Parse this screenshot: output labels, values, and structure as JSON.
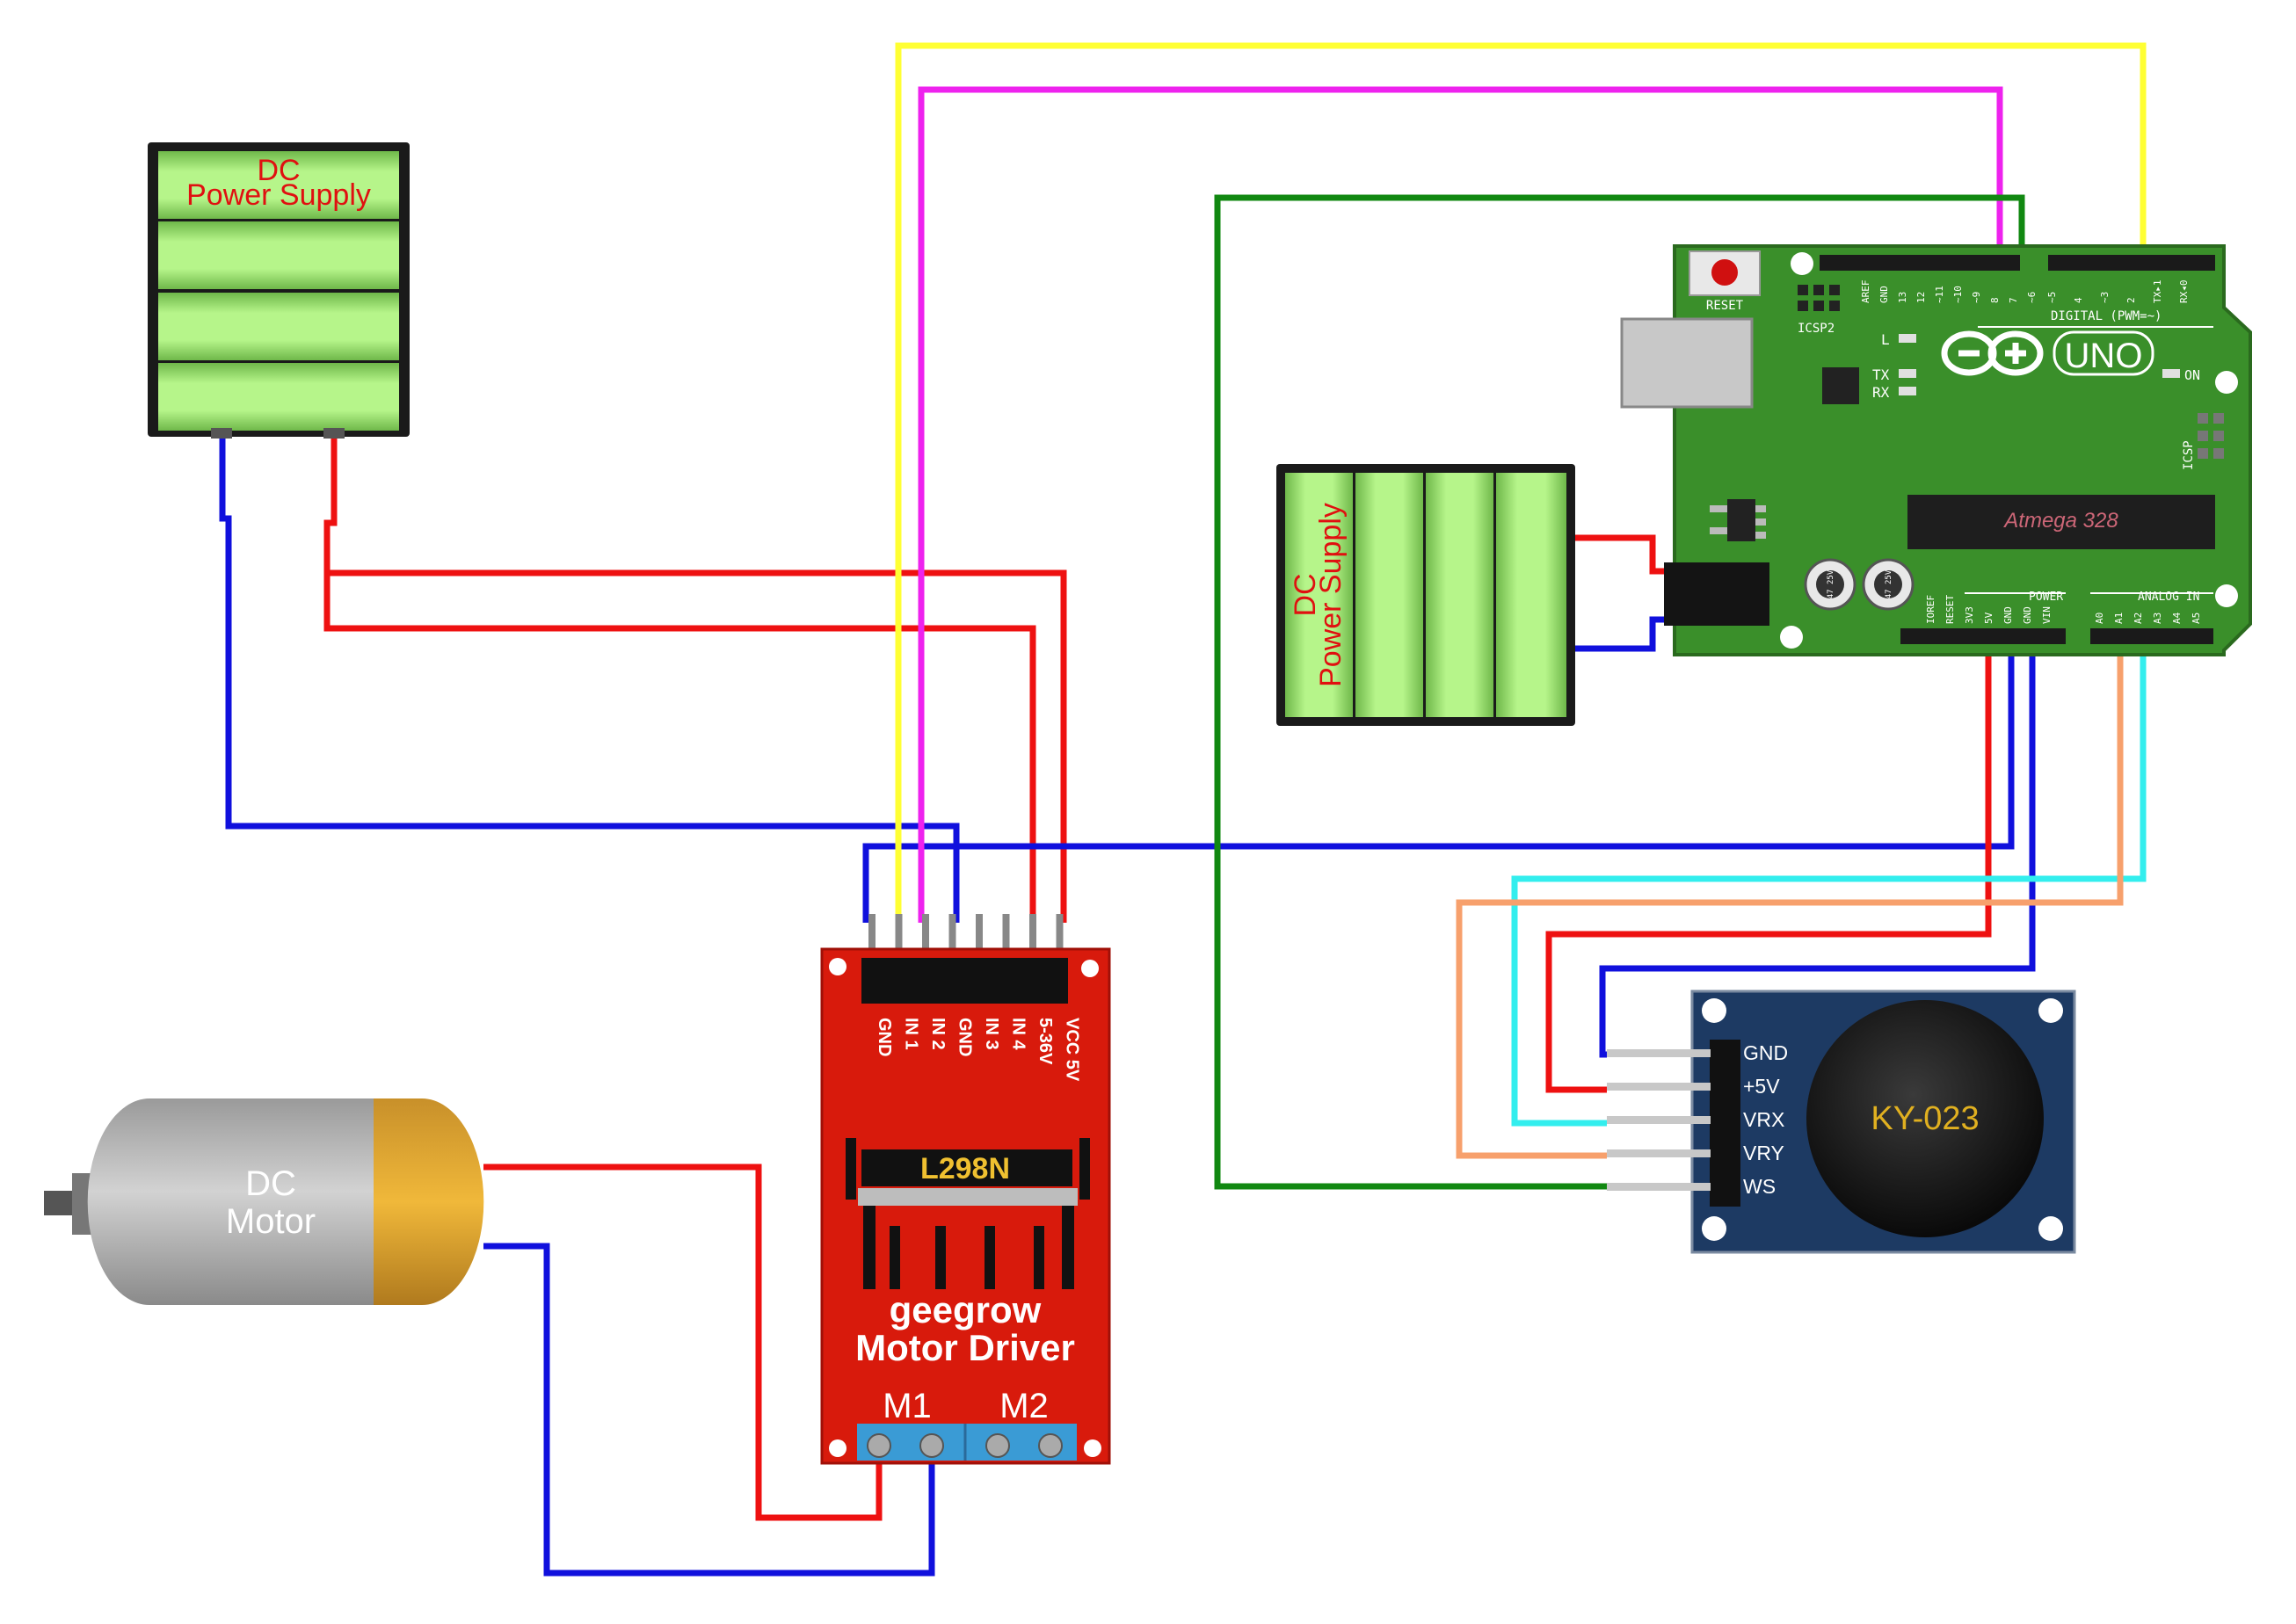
{
  "dc_supply_top": {
    "line1": "DC",
    "line2": "Power Supply"
  },
  "dc_supply_arduino": {
    "line1": "DC",
    "line2": "Power Supply"
  },
  "motor": {
    "line1": "DC",
    "line2": "Motor"
  },
  "driver": {
    "chip": "L298N",
    "brand": "geegrow",
    "title": "Motor Driver",
    "pins": [
      "GND",
      "IN 1",
      "IN 2",
      "GND",
      "IN 3",
      "IN 4",
      "5-36V",
      "VCC 5V"
    ],
    "terminals": [
      "M1",
      "M2"
    ]
  },
  "joystick": {
    "model": "KY-023",
    "pins": [
      "GND",
      "+5V",
      "VRX",
      "VRY",
      "WS"
    ]
  },
  "arduino": {
    "model": "UNO",
    "reset": "RESET",
    "icsp2": "ICSP2",
    "icsp": "ICSP",
    "chip": "Atmega 328",
    "digital": "DIGITAL (PWM=~)",
    "power": "POWER",
    "analog": "ANALOG IN",
    "leds": [
      "L",
      "TX",
      "RX"
    ],
    "on": "ON",
    "digital_pins": [
      "AREF",
      "GND",
      "13",
      "12",
      "~11",
      "~10",
      "~9",
      "8",
      "7",
      "~6",
      "~5",
      "4",
      "~3",
      "2",
      "TX▸1",
      "RX◂0"
    ],
    "power_pins": [
      "IOREF",
      "RESET",
      "3V3",
      "5V",
      "GND",
      "GND",
      "VIN"
    ],
    "analog_pins": [
      "A0",
      "A1",
      "A2",
      "A3",
      "A4",
      "A5"
    ],
    "cap_label": "47 25V"
  },
  "colors": {
    "wire_red": "#ee1111",
    "wire_blue": "#1010dd",
    "wire_yellow": "#ffff33",
    "wire_magenta": "#ee22ee",
    "wire_green": "#118811",
    "wire_cyan": "#33eeee",
    "wire_orange": "#f7a06c",
    "board_green": "#3a8f2a",
    "driver_red": "#d81a0c",
    "joystick_blue": "#1d3a63",
    "battery_green": "#a8f078"
  }
}
